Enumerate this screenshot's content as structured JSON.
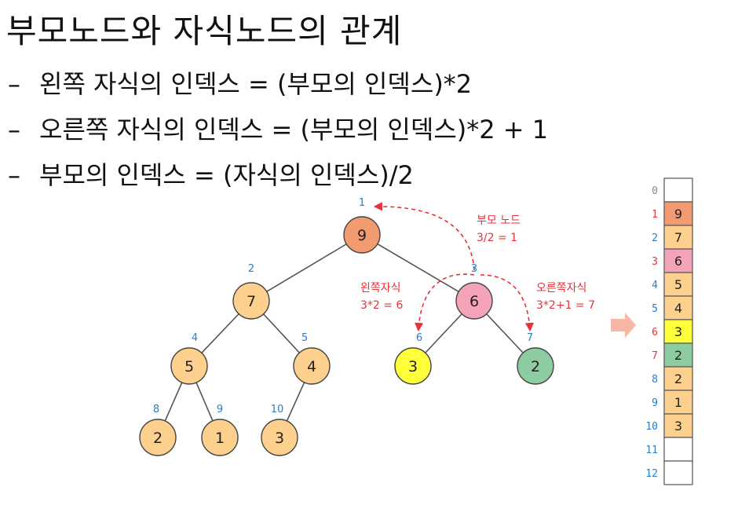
{
  "title": "부모노드와 자식노드의 관계",
  "bullets": [
    {
      "dash": "–",
      "text": "왼쪽 자식의 인덱스 = (부모의 인덱스)*2"
    },
    {
      "dash": "–",
      "text": "오른쪽 자식의 인덱스 = (부모의 인덱스)*2 + 1"
    },
    {
      "dash": "–",
      "text": "부모의 인덱스 = (자식의 인덱스)/2"
    }
  ],
  "tree": {
    "nodes": [
      {
        "index": "1",
        "value": "9",
        "color": "#f29a70"
      },
      {
        "index": "2",
        "value": "7",
        "color": "#fdd08e"
      },
      {
        "index": "3",
        "value": "6",
        "color": "#f5a3b8"
      },
      {
        "index": "4",
        "value": "5",
        "color": "#fdd08e"
      },
      {
        "index": "5",
        "value": "4",
        "color": "#fdd08e"
      },
      {
        "index": "6",
        "value": "3",
        "color": "#ffff3a"
      },
      {
        "index": "7",
        "value": "2",
        "color": "#8dcca0"
      },
      {
        "index": "8",
        "value": "2",
        "color": "#fdd08e"
      },
      {
        "index": "9",
        "value": "1",
        "color": "#fdd08e"
      },
      {
        "index": "10",
        "value": "3",
        "color": "#fdd08e"
      }
    ],
    "index_label_color": "#2a7dc9",
    "annotation_color": "#e8313a"
  },
  "annotations": {
    "parent_title": "부모 노드",
    "parent_formula": "3/2 = 1",
    "left_title": "왼쪽자식",
    "left_formula": "3*2 = 6",
    "right_title": "오른쪽자식",
    "right_formula": "3*2+1 = 7"
  },
  "array": {
    "cells": [
      {
        "index": "0",
        "value": "",
        "color": "#ffffff",
        "index_color": "#888888"
      },
      {
        "index": "1",
        "value": "9",
        "color": "#f29a70",
        "index_color": "#e8313a"
      },
      {
        "index": "2",
        "value": "7",
        "color": "#fdd08e",
        "index_color": "#2a7dc9"
      },
      {
        "index": "3",
        "value": "6",
        "color": "#f5a3b8",
        "index_color": "#e8313a"
      },
      {
        "index": "4",
        "value": "5",
        "color": "#fdd08e",
        "index_color": "#2a7dc9"
      },
      {
        "index": "5",
        "value": "4",
        "color": "#fdd08e",
        "index_color": "#2a7dc9"
      },
      {
        "index": "6",
        "value": "3",
        "color": "#ffff3a",
        "index_color": "#e8313a"
      },
      {
        "index": "7",
        "value": "2",
        "color": "#8dcca0",
        "index_color": "#e8313a"
      },
      {
        "index": "8",
        "value": "2",
        "color": "#fdd08e",
        "index_color": "#2a7dc9"
      },
      {
        "index": "9",
        "value": "1",
        "color": "#fdd08e",
        "index_color": "#2a7dc9"
      },
      {
        "index": "10",
        "value": "3",
        "color": "#fdd08e",
        "index_color": "#2a7dc9"
      },
      {
        "index": "11",
        "value": "",
        "color": "#ffffff",
        "index_color": "#2a7dc9"
      },
      {
        "index": "12",
        "value": "",
        "color": "#ffffff",
        "index_color": "#2a7dc9"
      }
    ],
    "arrow_color": "#f6b8a4"
  }
}
